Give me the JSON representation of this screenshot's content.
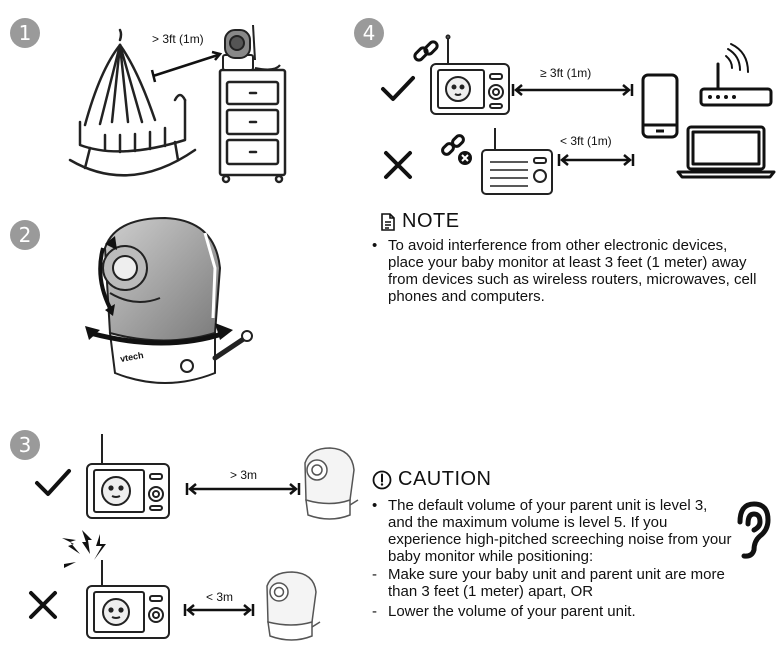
{
  "steps": [
    "1",
    "2",
    "3",
    "4"
  ],
  "labels": {
    "step1_distance": "> 3ft (1m)",
    "step4_ok_distance": "≥ 3ft (1m)",
    "step4_bad_distance": "< 3ft (1m)",
    "step3_ok_distance": "> 3m",
    "step3_bad_distance": "< 3m",
    "brand_camera": "vtech"
  },
  "note": {
    "title": "Note",
    "items": [
      "To avoid interference from other electronic devices, place your baby monitor at least 3 feet (1 meter) away from devices such as wireless routers, microwaves, cell phones and computers."
    ]
  },
  "caution": {
    "title": "Caution",
    "intro": "The default volume of your parent unit is level 3, and the maximum volume is level 5. If you experience high-pitched screeching noise from your baby monitor while positioning:",
    "items": [
      "Make sure your baby unit and parent unit are more than 3 feet (1 meter) apart, OR",
      "Lower the volume of your parent unit."
    ]
  },
  "icons": {
    "check": "check-icon",
    "cross": "cross-icon",
    "link": "link-icon",
    "broken_link": "broken-link-icon",
    "note": "note-icon",
    "caution": "caution-icon",
    "ear": "ear-icon",
    "noise": "noise-burst-icon"
  }
}
